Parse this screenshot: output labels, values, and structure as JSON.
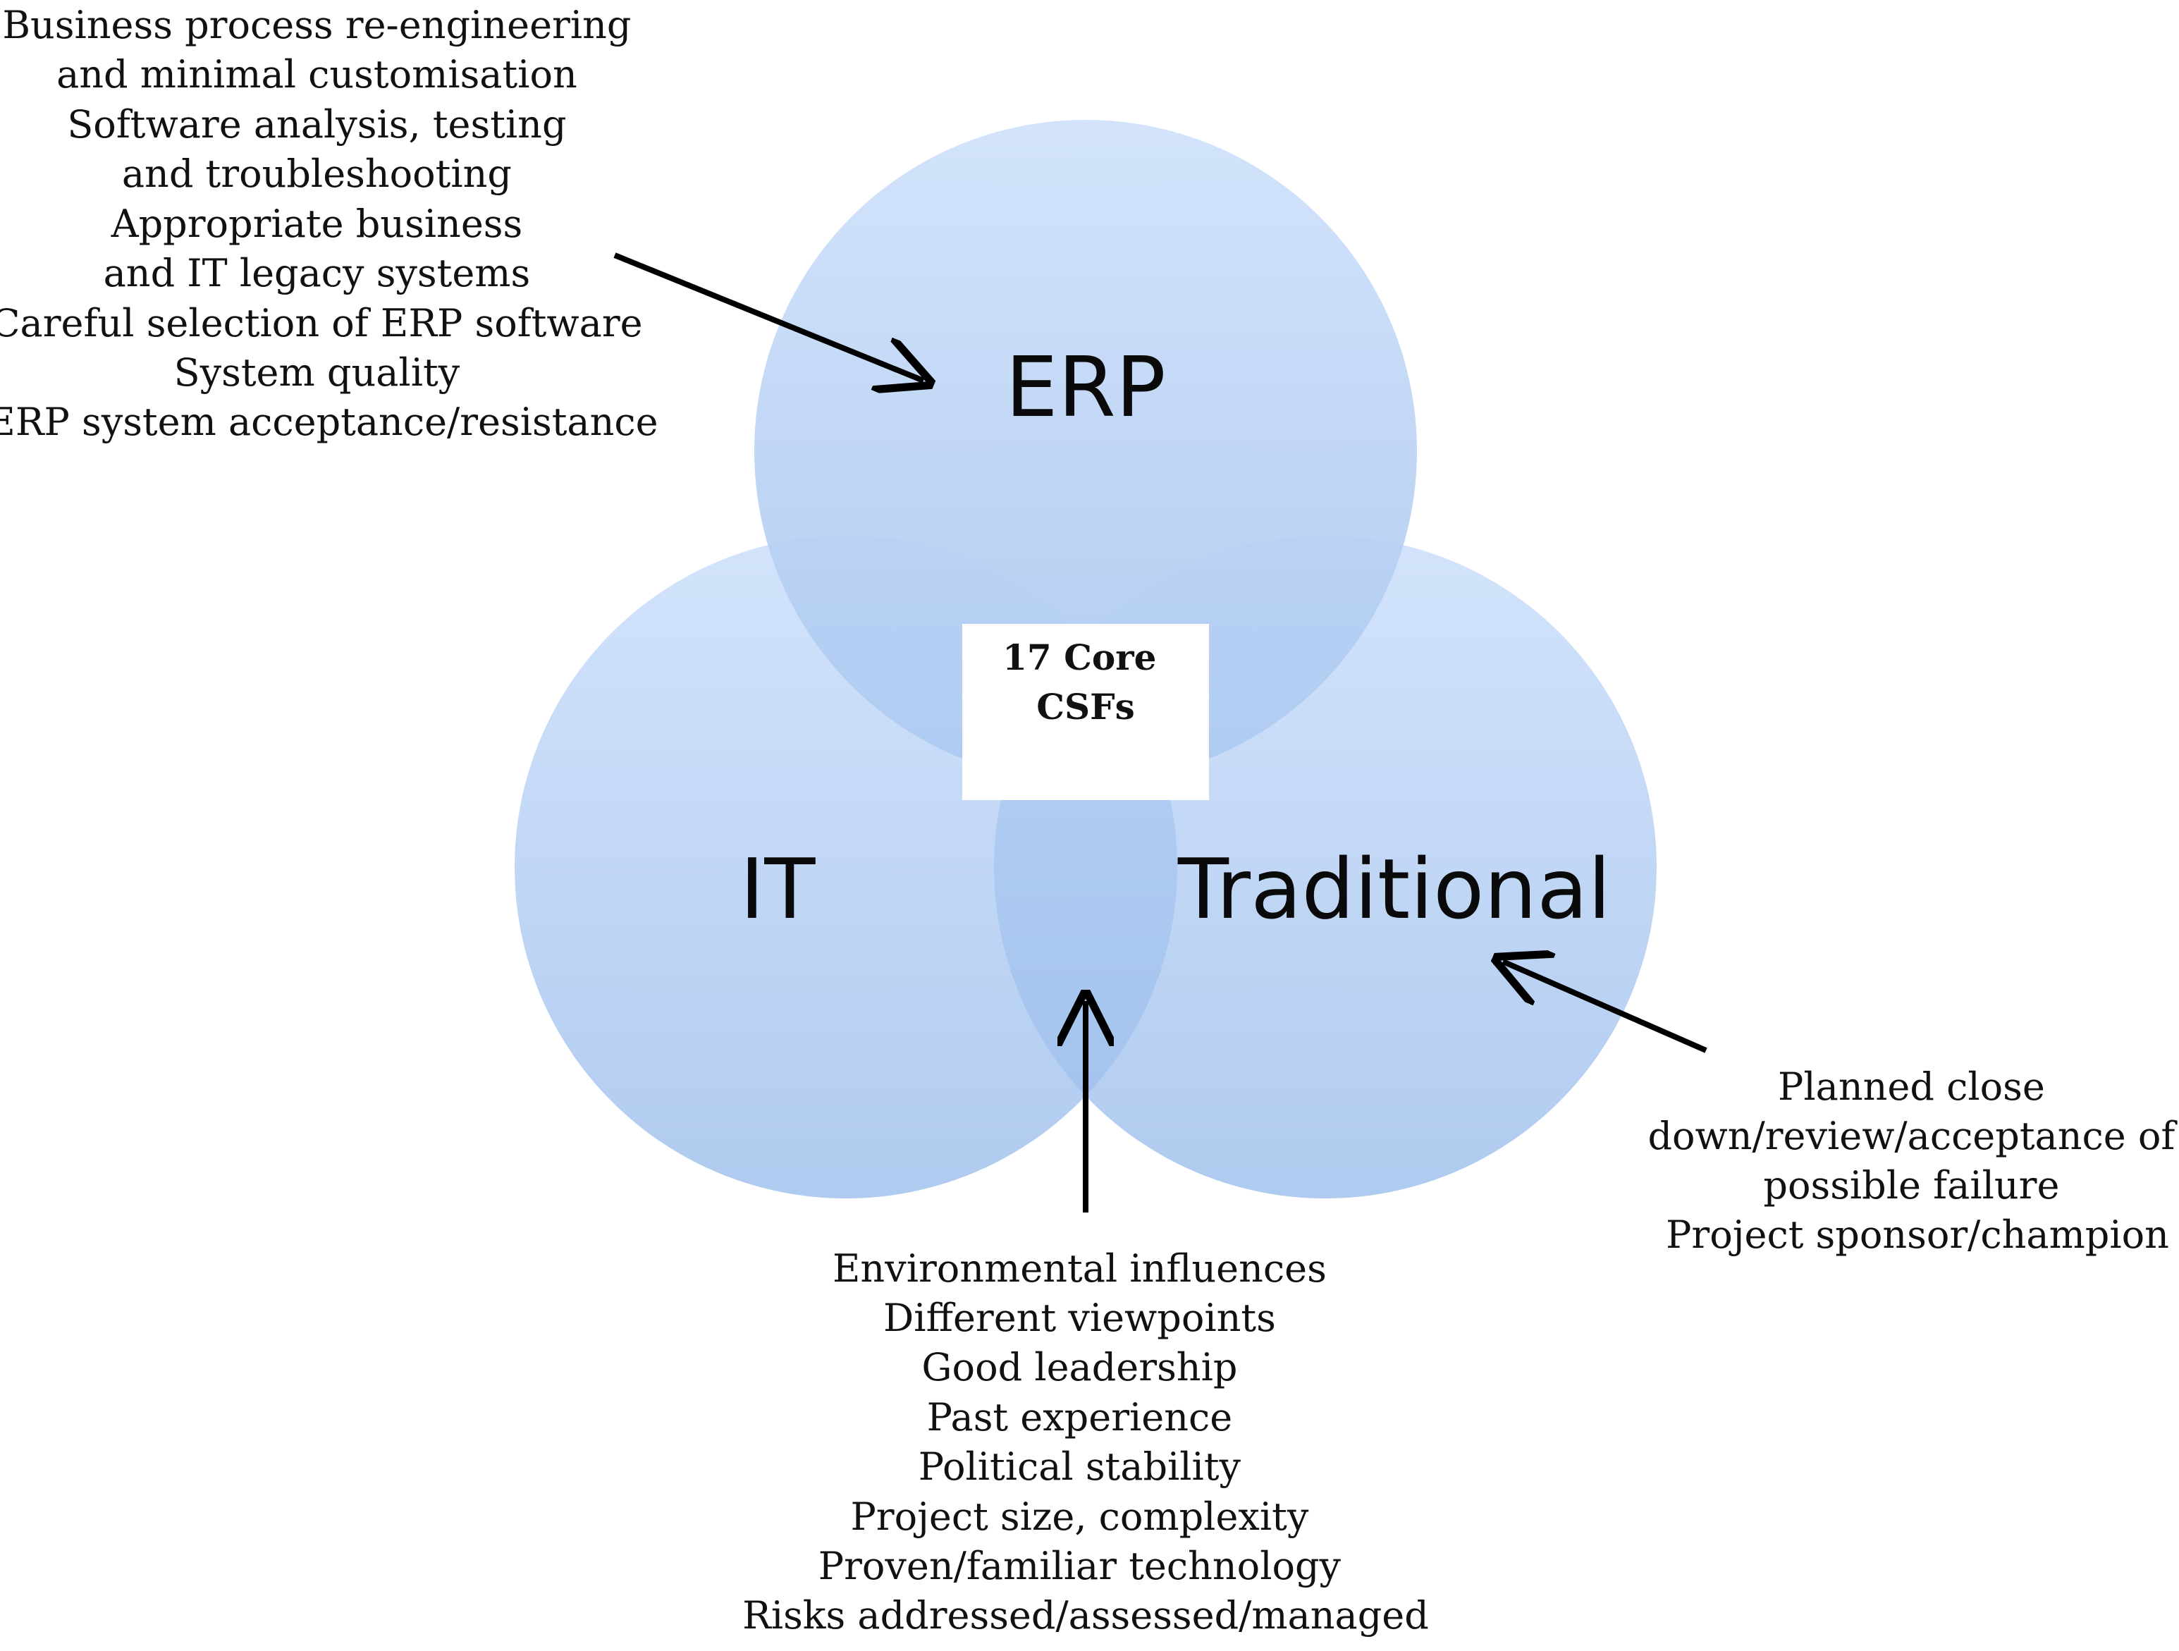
{
  "venn": {
    "circles": [
      {
        "key": "erp",
        "label": "ERP"
      },
      {
        "key": "it",
        "label": "IT"
      },
      {
        "key": "traditional",
        "label": "Traditional"
      }
    ],
    "core": {
      "lines": [
        "17 Core",
        "CSFs"
      ]
    }
  },
  "factors": {
    "erp": {
      "lines": [
        "Business process re-engineering",
        "and minimal customisation",
        "Software analysis, testing",
        "and troubleshooting",
        "Appropriate business",
        "and IT legacy systems",
        "Careful selection of ERP software",
        "System quality",
        "ERP system acceptance/resistance"
      ]
    },
    "traditional": {
      "lines": [
        "Planned close",
        "down/review/acceptance of",
        "possible failure",
        "Project sponsor/champion"
      ]
    },
    "shared": {
      "lines": [
        "Environmental influences",
        "Different viewpoints",
        "Good leadership",
        "Past experience",
        "Political stability",
        "Project size, complexity",
        "Proven/familiar technology",
        "Risks addressed/assessed/managed"
      ]
    }
  },
  "colors": {
    "circle_light": "#cfe1fb",
    "circle_dark": "#a9c6ee",
    "overlap_fill": "#8fb4ea",
    "arrow": "#000000"
  }
}
